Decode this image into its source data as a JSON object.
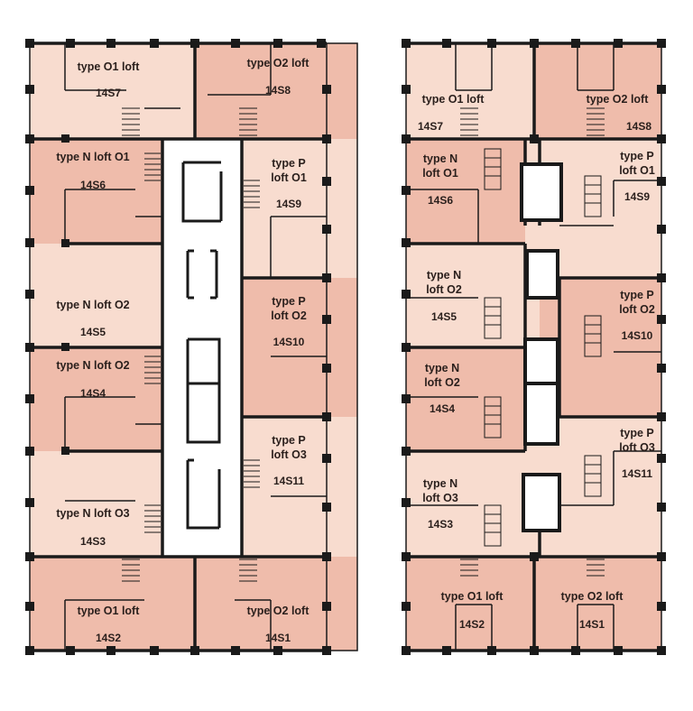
{
  "colors": {
    "light": "#f8dccf",
    "dark": "#efbcab",
    "wall": "#1a1a1a",
    "core": "#ffffff"
  },
  "left_plan": {
    "units": [
      {
        "type": "type O1 loft",
        "number": "14S7"
      },
      {
        "type": "type O2 loft",
        "number": "14S8"
      },
      {
        "type": "type N loft O1",
        "number": "14S6"
      },
      {
        "type": "type P loft O1",
        "number": "14S9"
      },
      {
        "type": "type N loft O2",
        "number": "14S5"
      },
      {
        "type": "type P loft O2",
        "number": "14S10"
      },
      {
        "type": "type N loft O2",
        "number": "14S4"
      },
      {
        "type": "type P loft O3",
        "number": "14S11"
      },
      {
        "type": "type N loft O3",
        "number": "14S3"
      },
      {
        "type": "type O1 loft",
        "number": "14S2"
      },
      {
        "type": "type O2 loft",
        "number": "14S1"
      }
    ]
  },
  "right_plan": {
    "units": [
      {
        "type": "type O1 loft",
        "number": "14S7"
      },
      {
        "type": "type O2 loft",
        "number": "14S8"
      },
      {
        "type": "type N loft O1",
        "number": "14S6"
      },
      {
        "type": "type P loft O1",
        "number": "14S9"
      },
      {
        "type": "type N loft O2",
        "number": "14S5"
      },
      {
        "type": "type P loft O2",
        "number": "14S10"
      },
      {
        "type": "type N loft O2",
        "number": "14S4"
      },
      {
        "type": "type P loft O3",
        "number": "14S11"
      },
      {
        "type": "type N loft O3",
        "number": "14S3"
      },
      {
        "type": "type O1 loft",
        "number": "14S2"
      },
      {
        "type": "type O2 loft",
        "number": "14S1"
      }
    ]
  }
}
